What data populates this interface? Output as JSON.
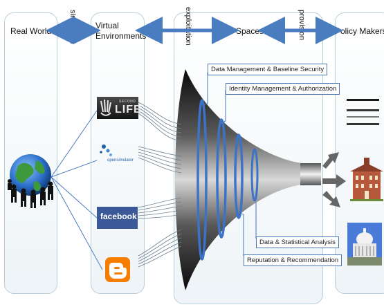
{
  "columns": {
    "real_world": "Real World",
    "virtual_env_line1": "Virtual",
    "virtual_env_line2": "Environments",
    "spaces": "+Spaces",
    "policy_makers": "Policy Makers"
  },
  "arrow_labels": {
    "simulation": "simulation",
    "exploitation": "exploitation",
    "provision": "provision"
  },
  "layers": [
    "Data Management & Baseline Security",
    "Identity Management & Authorization",
    "Data & Statistical Analysis",
    "Reputation & Recommendation"
  ],
  "platforms": {
    "second_life": "LIFE",
    "second_life_small": "SECOND",
    "opensim": "opensimulator",
    "facebook": "facebook"
  },
  "colors": {
    "arrow": "#4a7cc0",
    "column_border": "#b9cfd9",
    "layer_border": "#4a76b8",
    "facebook": "#3b5998",
    "blogger": "#f57d00"
  }
}
